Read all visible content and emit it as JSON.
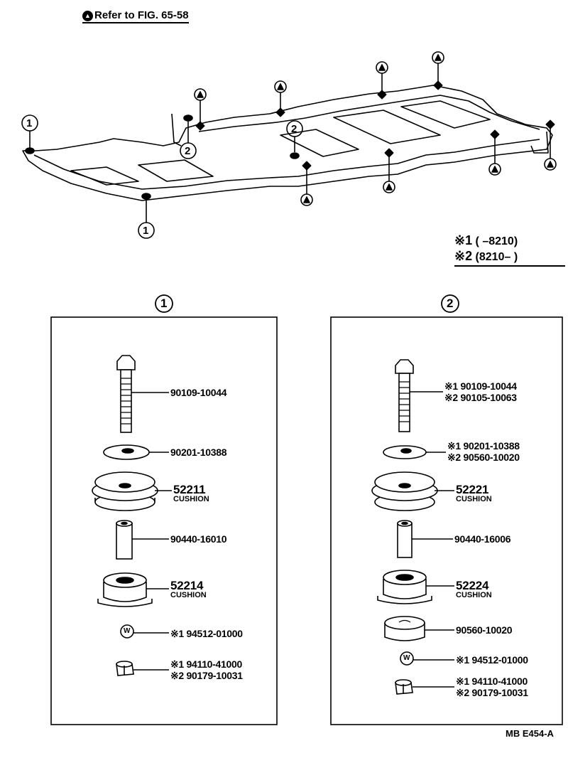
{
  "header": {
    "reference": "Refer to FIG. 65-58"
  },
  "legend": {
    "item1": {
      "mark": "※1",
      "range": "(        –8210)"
    },
    "item2": {
      "mark": "※2",
      "range": "(8210–         )"
    }
  },
  "callouts": {
    "one": "1",
    "two": "2"
  },
  "panel1": {
    "title": "1",
    "bolt": "90109-10044",
    "washer": "90201-10388",
    "upper_cushion_no": "52211",
    "upper_cushion_name": "CUSHION",
    "collar": "90440-16010",
    "lower_cushion_no": "52214",
    "lower_cushion_name": "CUSHION",
    "w_washer": "※1 94512-01000",
    "nut_1": "※1 94110-41000",
    "nut_2": "※2 90179-10031"
  },
  "panel2": {
    "title": "2",
    "bolt_1": "※1 90109-10044",
    "bolt_2": "※2 90105-10063",
    "washer_1": "※1 90201-10388",
    "washer_2": "※2 90560-10020",
    "upper_cushion_no": "52221",
    "upper_cushion_name": "CUSHION",
    "collar": "90440-16006",
    "lower_cushion_no": "52224",
    "lower_cushion_name": "CUSHION",
    "spacer": "90560-10020",
    "w_washer": "※1 94512-01000",
    "nut_1": "※1 94110-41000",
    "nut_2": "※2 90179-10031"
  },
  "footer": {
    "code": "MB  E454-A"
  },
  "icons": {
    "reference-marker": "filled-circle-triangle",
    "fig-reference": "circle-triangle-icon",
    "washer-w": "circle-w-icon"
  }
}
